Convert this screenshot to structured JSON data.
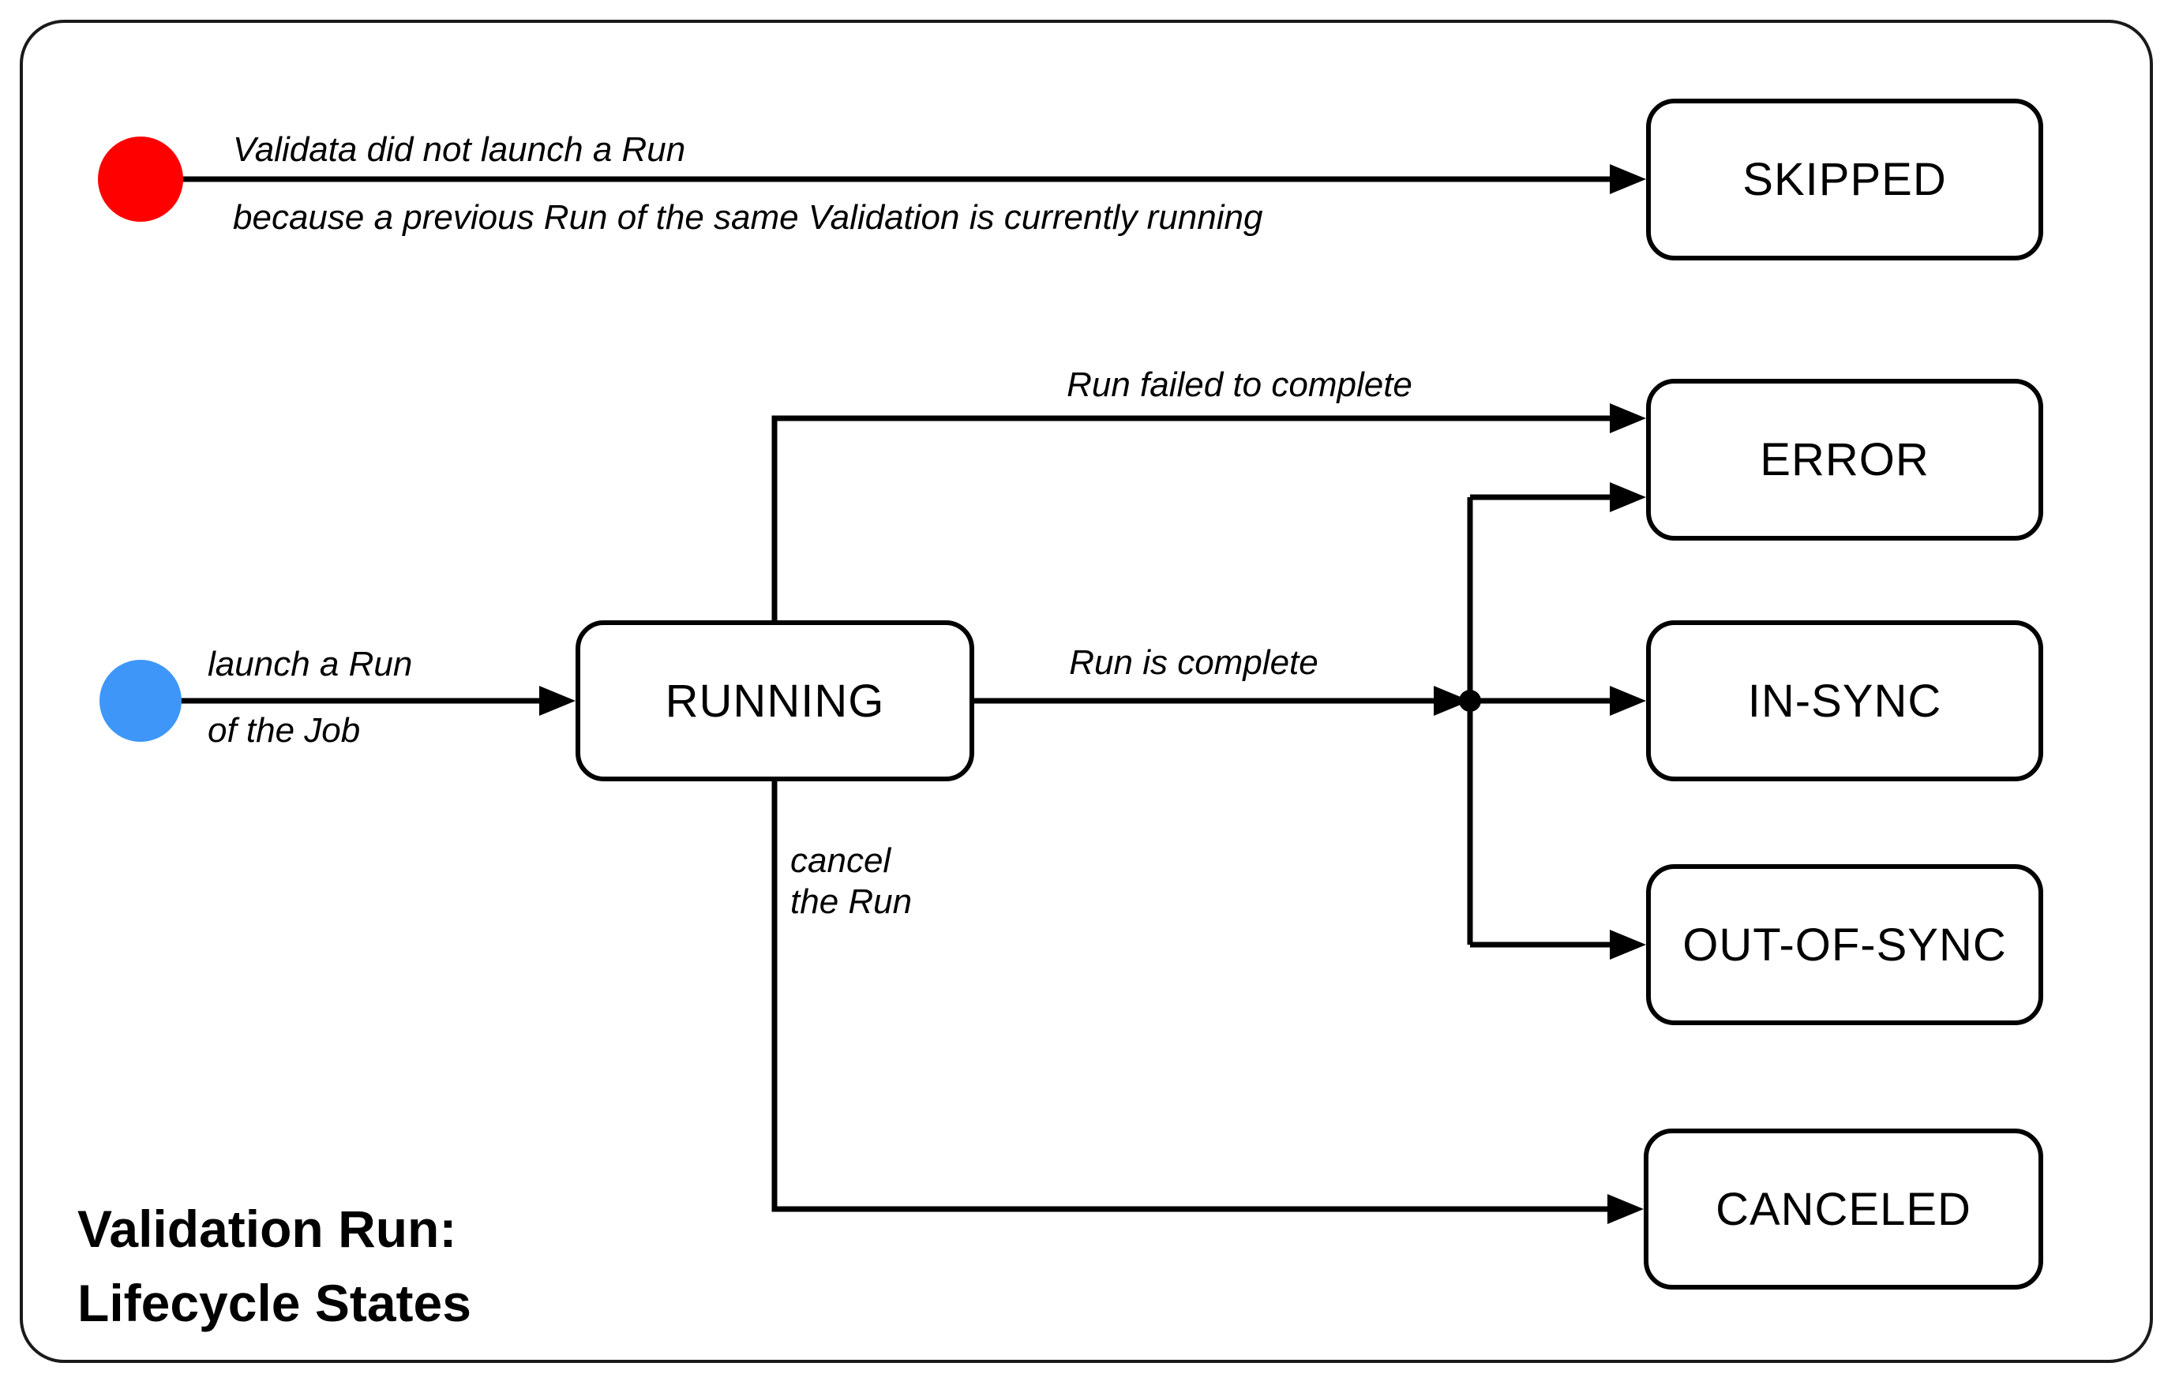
{
  "title": {
    "line1": "Validation Run:",
    "line2": "Lifecycle States"
  },
  "states": {
    "skipped": "SKIPPED",
    "running": "RUNNING",
    "error": "ERROR",
    "in_sync": "IN-SYNC",
    "out_of_sync": "OUT-OF-SYNC",
    "canceled": "CANCELED"
  },
  "transitions": {
    "skipped_reason_line1": "Validata did not launch a Run",
    "skipped_reason_line2": "because a previous Run of the same Validation is currently running",
    "launch_line1": "launch a Run",
    "launch_line2": "of the Job",
    "run_failed": "Run failed to complete",
    "run_complete": "Run is complete",
    "cancel_line1": "cancel",
    "cancel_line2": "the Run"
  },
  "colors": {
    "start_skipped_marker": "#FF0000",
    "start_running_marker": "#3E97F8",
    "wire": "#000000"
  }
}
